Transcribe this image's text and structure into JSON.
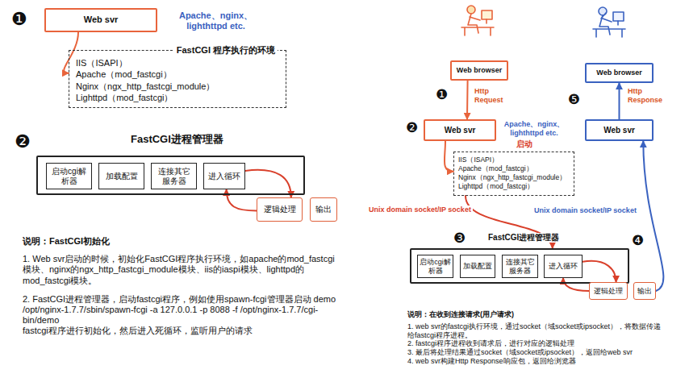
{
  "diagram": {
    "nodes": [
      {
        "text": [
          "Web svr"
        ]
      },
      {
        "text": [
          "FastCGI 程序执行的环境",
          "IIS（ISAPI）",
          "Apache（mod_fastcgi）",
          "Nginx（ngx_http_fastcgi_module）",
          "Lighttpd（mod_fastcgi）"
        ]
      },
      {
        "text": [
          "FastCGI进程管理器"
        ]
      },
      {
        "text": [
          "启动cgi解析器"
        ],
        "in": 2
      },
      {
        "text": [
          "加载配置"
        ],
        "in": 2
      },
      {
        "text": [
          "连接其它服务器"
        ],
        "in": 2
      },
      {
        "text": [
          "进入循环"
        ],
        "in": 2
      },
      {
        "text": [
          "逻辑处理"
        ]
      },
      {
        "text": [
          "输出"
        ]
      },
      {
        "text": [
          "Web browser"
        ]
      },
      {
        "text": [
          "Web browser"
        ]
      },
      {
        "text": [
          "Web svr"
        ]
      },
      {
        "text": [
          "Web svr"
        ]
      },
      {
        "text": [
          "IIS（ISAPI）",
          "Apache（mod_fastcgi）",
          "Nginx（ngx_http_fastcgi_module）",
          "Lighttpd（mod_fastcgi）"
        ]
      },
      {
        "text": [
          "FastCGI进程管理器"
        ]
      },
      {
        "text": [
          "启动cgi解析器"
        ],
        "in": 14
      },
      {
        "text": [
          "加载配置"
        ],
        "in": 14
      },
      {
        "text": [
          "连接其它服务器"
        ],
        "in": 14
      },
      {
        "text": [
          "进入循环"
        ],
        "in": 14
      },
      {
        "text": [
          "逻辑处理"
        ]
      },
      {
        "text": [
          "输出"
        ]
      }
    ],
    "edges": [
      {
        "from": 0,
        "to": 1,
        "arrow": "to"
      },
      {
        "from": 6,
        "to": 7,
        "arrow": "to"
      },
      {
        "from": 7,
        "to": 6,
        "arrow": "to"
      },
      {
        "from": 9,
        "to": 11,
        "arrow": "to"
      },
      {
        "from": 11,
        "to": 13,
        "arrow": "to"
      },
      {
        "from": 13,
        "to": 14,
        "arrow": "to",
        "label": "Unix domain socket/IP socket"
      },
      {
        "from": 18,
        "to": 19,
        "arrow": "to"
      },
      {
        "from": 19,
        "to": 18,
        "arrow": "to"
      },
      {
        "from": 20,
        "to": 12,
        "arrow": "to",
        "label": "Unix domain socket/IP socket"
      },
      {
        "from": 12,
        "to": 10,
        "arrow": "to"
      }
    ],
    "labels": [
      "❶",
      "Apache、nginx、 lighthttpd etc.",
      "❷",
      "说明：FastCGI初始化",
      "1. Web svr启动的时候，初始化FastCGI程序执行环境，如apache的mod_fastcgi模块、nginx的ngx_http_fastcgi_module模块、iis的iaspi模块、lighttpd的mod_fastcgi模块。",
      "2. FastCGI进程管理器，启动fastcgi程序，例如使用spawn-fcgi管理器启动 demo",
      "/opt/nginx-1.7.7/sbin/spawn-fcgi -a 127.0.0.1 -p 8088 -f /opt/nginx-1.7.7/cgi-bin/demo",
      "fastcgi程序进行初始化，然后进入死循环，监听用户的请求",
      "❶",
      "Http Request",
      "❺",
      "Http Response",
      "❷",
      "Apache、nginx、 lighthttpd etc.",
      "启动",
      "❸",
      "❹",
      "说明：在收到连接请求(用户请求)",
      "1. web svr的fastcgi执行环境，通过socket（域socket或ipsocket），将数据传递给fastcgi程序进程。",
      "2. fastcgi程序进程收到请求后，进行对应的逻辑处理",
      "3. 最后将处理结果通过socket（域socket或ipsocket），返回给web svr",
      "4. web svr构建Http Response响应包，返回给浏览器"
    ]
  }
}
